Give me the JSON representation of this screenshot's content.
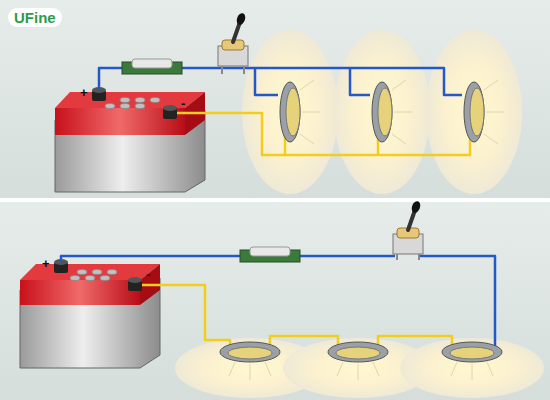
{
  "diagram": {
    "labels": [
      "UFine",
      "+",
      "-",
      "+",
      "-"
    ]
  }
}
